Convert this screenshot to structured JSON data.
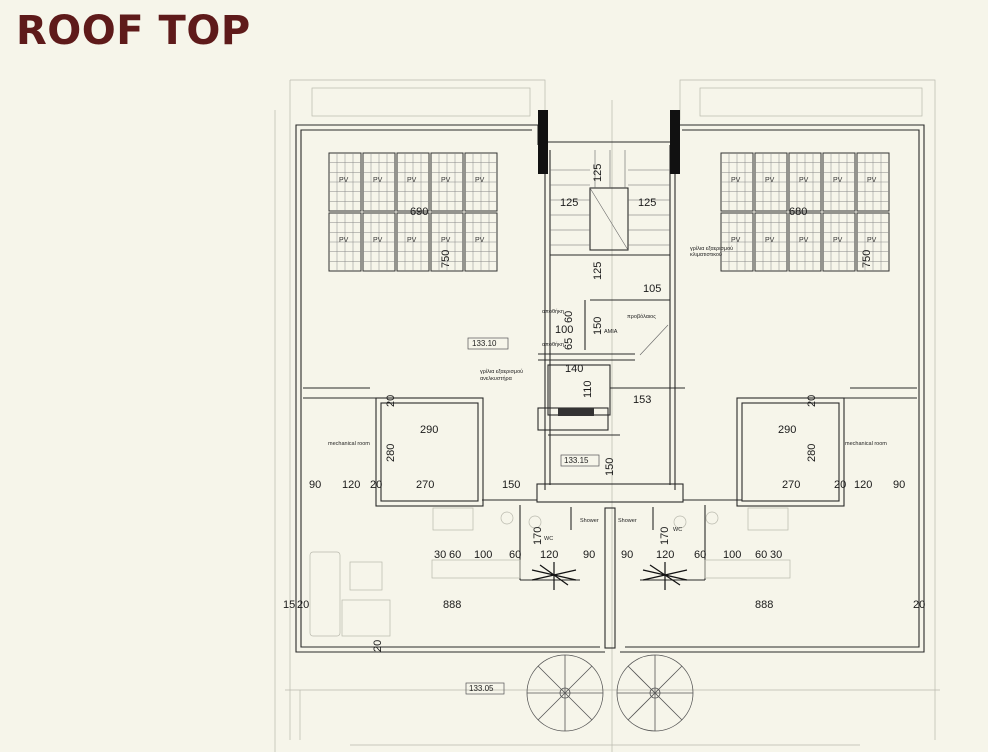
{
  "title": "ROOF TOP",
  "colors": {
    "title": "#5e1a1a",
    "background": "#f6f5ea",
    "line": "#2a2a2a",
    "faint": "#b9b9ad"
  },
  "pv_label": "PV",
  "levels": {
    "main": "133.10",
    "stair": "133.15",
    "bottom": "133.05"
  },
  "rooms": {
    "mech_left": "mechanical room",
    "mech_right": "mechanical room",
    "shower_left": "Shower",
    "shower_right": "Shower",
    "wc_left": "WC",
    "wc_right": "WC"
  },
  "notes": {
    "ac_unit_1": "γρίλια εξαερισμού",
    "ac_unit_2": "κλιματιστικού",
    "lift_1": "γρίλια εξαερισμού",
    "lift_2": "ανελκυστήρα",
    "storage_1": "αποθήκη",
    "storage_2": "αποθήκη",
    "cover": "προβόλαιος",
    "amia": "ΑΜΙΑ"
  },
  "dimensions": {
    "pv_left_w": "690",
    "pv_left_h": "750",
    "pv_right_w": "680",
    "pv_right_h": "750",
    "stair_top": "125",
    "stair_left": "125",
    "stair_right": "125",
    "stair_mid": "125",
    "d105": "105",
    "d60": "60",
    "d100": "100",
    "d65": "65",
    "d150a": "150",
    "d140": "140",
    "d110": "110",
    "d153": "153",
    "d150b": "150",
    "d150c": "150",
    "mech_l_top": "290",
    "mech_l_h": "280",
    "mech_l_bot": "270",
    "mech_l_20a": "20",
    "mech_r_top": "290",
    "mech_r_h": "280",
    "mech_r_bot": "270",
    "mech_r_20a": "20",
    "row_l": [
      "90",
      "120",
      "20"
    ],
    "row_r": [
      "20",
      "120",
      "90"
    ],
    "bath_l": [
      "30",
      "60",
      "100",
      "60",
      "120",
      "90"
    ],
    "bath_r": [
      "90",
      "120",
      "60",
      "100",
      "60",
      "30"
    ],
    "h170_l": "170",
    "h170_r": "170",
    "terrace_l": "888",
    "terrace_r": "888",
    "edge_15": "15",
    "edge_20l": "20",
    "edge_20r": "20",
    "edge_20b": "20"
  }
}
